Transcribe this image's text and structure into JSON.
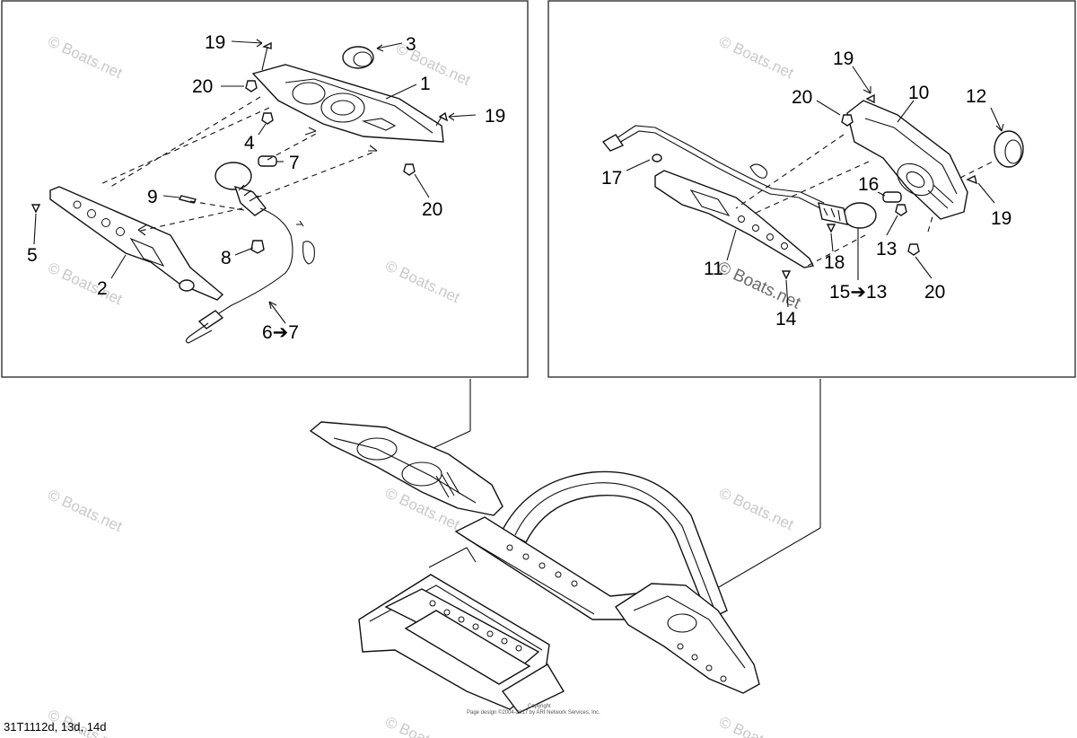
{
  "diagram": {
    "left_callouts": [
      {
        "id": "l-19a",
        "text": "19"
      },
      {
        "id": "l-3",
        "text": "3"
      },
      {
        "id": "l-20a",
        "text": "20"
      },
      {
        "id": "l-1",
        "text": "1"
      },
      {
        "id": "l-19b",
        "text": "19"
      },
      {
        "id": "l-4",
        "text": "4"
      },
      {
        "id": "l-7",
        "text": "7"
      },
      {
        "id": "l-9",
        "text": "9"
      },
      {
        "id": "l-20b",
        "text": "20"
      },
      {
        "id": "l-5",
        "text": "5"
      },
      {
        "id": "l-8",
        "text": "8"
      },
      {
        "id": "l-2",
        "text": "2"
      },
      {
        "id": "l-6-7",
        "text": "6➔7"
      }
    ],
    "right_callouts": [
      {
        "id": "r-19a",
        "text": "19"
      },
      {
        "id": "r-20a",
        "text": "20"
      },
      {
        "id": "r-10",
        "text": "10"
      },
      {
        "id": "r-12",
        "text": "12"
      },
      {
        "id": "r-17",
        "text": "17"
      },
      {
        "id": "r-16",
        "text": "16"
      },
      {
        "id": "r-19b",
        "text": "19"
      },
      {
        "id": "r-13",
        "text": "13"
      },
      {
        "id": "r-18",
        "text": "18"
      },
      {
        "id": "r-11",
        "text": "11"
      },
      {
        "id": "r-15-13",
        "text": "15➔13"
      },
      {
        "id": "r-20b",
        "text": "20"
      },
      {
        "id": "r-14",
        "text": "14"
      }
    ],
    "watermark_text": "© Boats.net",
    "drawing_code": "31T1112d, 13d, 14d",
    "copyright_line_1": "Copyright",
    "copyright_line_2": "Page design ©2004-2017 by ARI Network Services, Inc."
  }
}
